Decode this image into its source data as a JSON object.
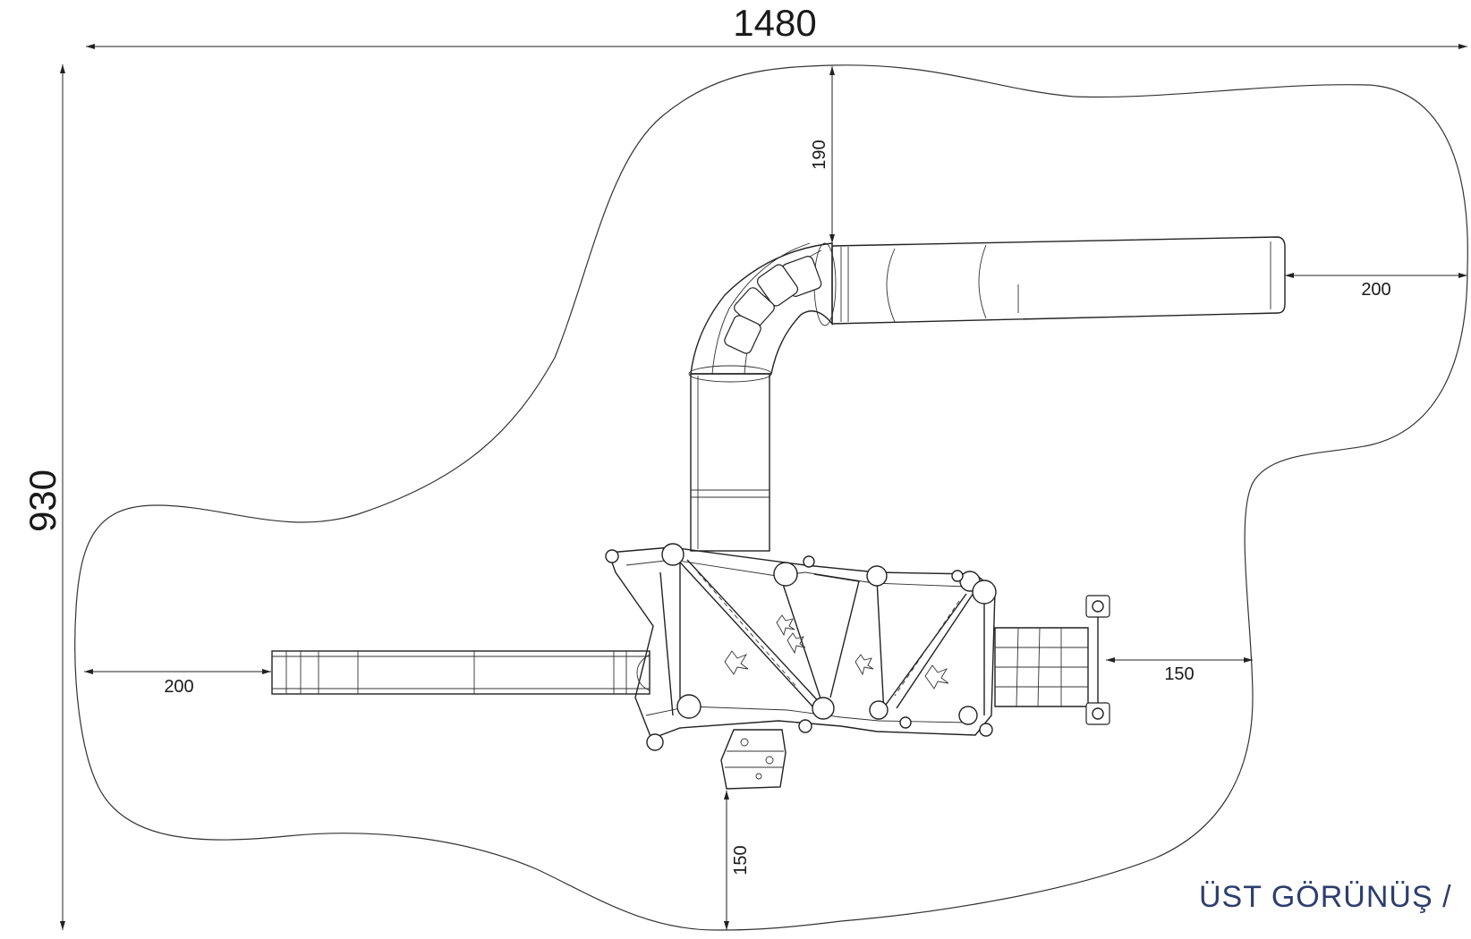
{
  "dimensions": {
    "overall_width": "1480",
    "overall_height": "930",
    "slide_top_clearance": "190",
    "slide_right_clearance": "200",
    "left_slide_clearance": "200",
    "net_right_clearance": "150",
    "bottom_clearance": "150"
  },
  "view_title": "ÜST GÖRÜNÜŞ /",
  "colors": {
    "line": "#222222",
    "title": "#2d3e6e"
  }
}
